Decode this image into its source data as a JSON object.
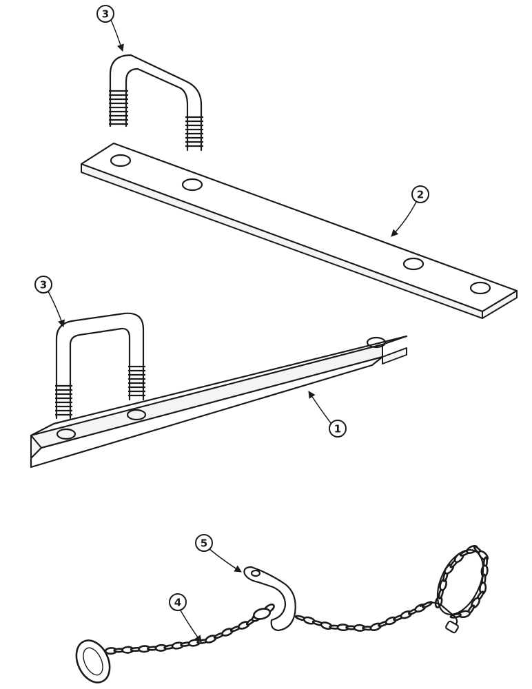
{
  "callouts": {
    "ubolt_top": "3",
    "flat_bar": "2",
    "ubolt_bottom": "3",
    "angle_bar": "1",
    "chain": "4",
    "clevis": "5"
  }
}
